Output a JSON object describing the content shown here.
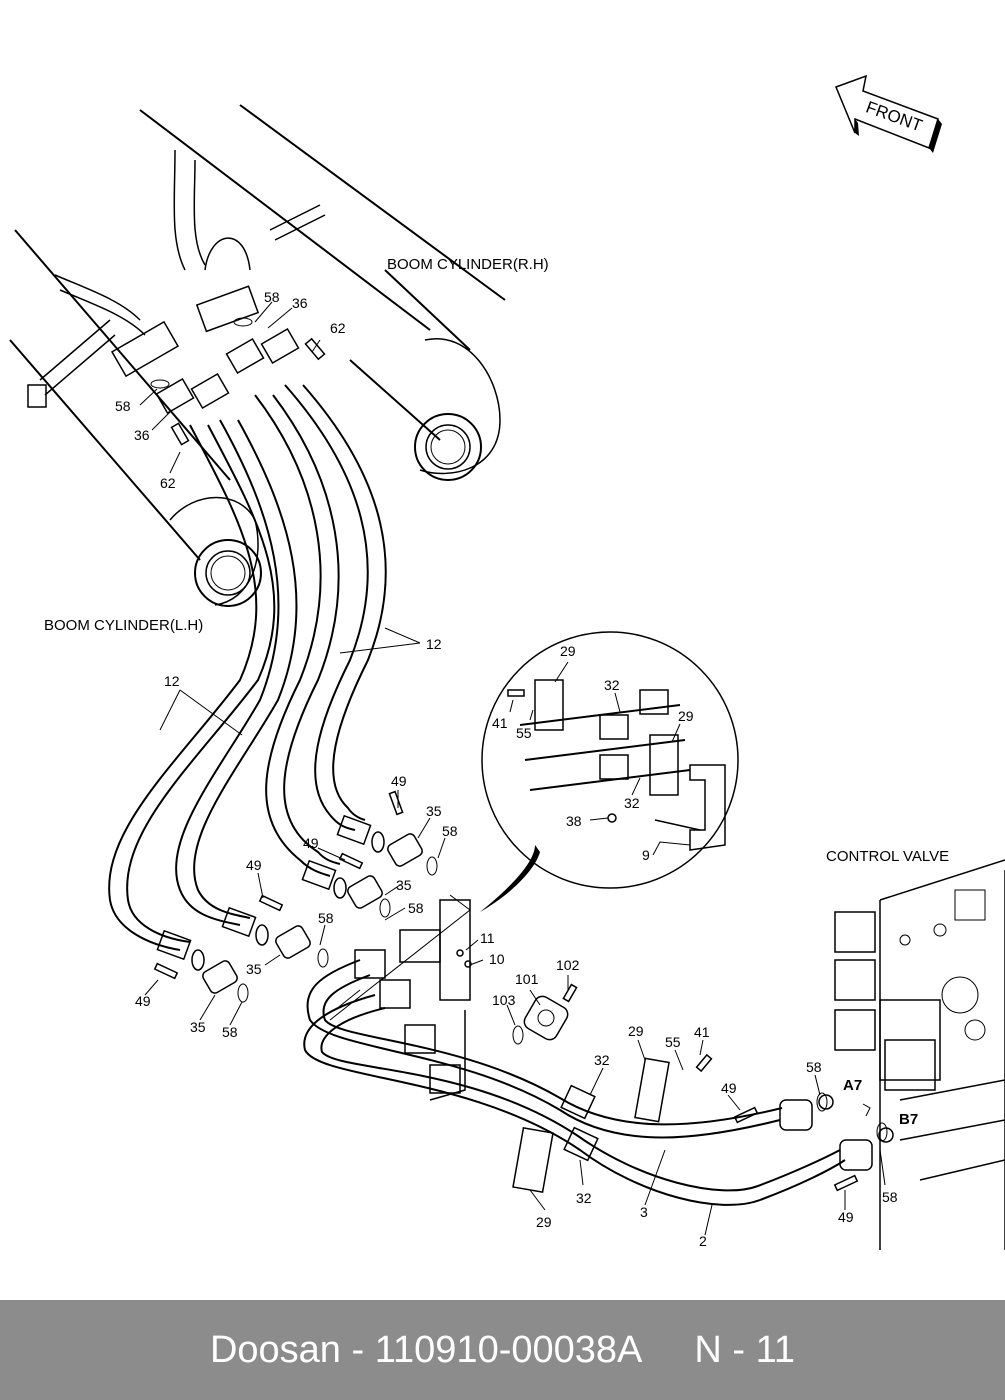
{
  "diagram": {
    "captions": {
      "boom_rh": "BOOM CYLINDER(R.H)",
      "boom_lh": "BOOM CYLINDER(L.H)",
      "control_valve": "CONTROL VALVE",
      "front": "FRONT",
      "port_a7": "A7",
      "port_b7": "B7"
    },
    "part_labels": [
      {
        "id": "p58a",
        "text": "58"
      },
      {
        "id": "p36a",
        "text": "36"
      },
      {
        "id": "p62a",
        "text": "62"
      },
      {
        "id": "p58b",
        "text": "58"
      },
      {
        "id": "p36b",
        "text": "36"
      },
      {
        "id": "p62b",
        "text": "62"
      },
      {
        "id": "p12a",
        "text": "12"
      },
      {
        "id": "p12b",
        "text": "12"
      },
      {
        "id": "p29a",
        "text": "29"
      },
      {
        "id": "p32a",
        "text": "32"
      },
      {
        "id": "p41a",
        "text": "41"
      },
      {
        "id": "p55a",
        "text": "55"
      },
      {
        "id": "p29b",
        "text": "29"
      },
      {
        "id": "p32b",
        "text": "32"
      },
      {
        "id": "p38",
        "text": "38"
      },
      {
        "id": "p9",
        "text": "9"
      },
      {
        "id": "p49a",
        "text": "49"
      },
      {
        "id": "p35a",
        "text": "35"
      },
      {
        "id": "p58c",
        "text": "58"
      },
      {
        "id": "p49b",
        "text": "49"
      },
      {
        "id": "p35b",
        "text": "35"
      },
      {
        "id": "p58d",
        "text": "58"
      },
      {
        "id": "p49c",
        "text": "49"
      },
      {
        "id": "p58e",
        "text": "58"
      },
      {
        "id": "p35c",
        "text": "35"
      },
      {
        "id": "p49d",
        "text": "49"
      },
      {
        "id": "p35d",
        "text": "35"
      },
      {
        "id": "p58f",
        "text": "58"
      },
      {
        "id": "p11",
        "text": "11"
      },
      {
        "id": "p10",
        "text": "10"
      },
      {
        "id": "p102",
        "text": "102"
      },
      {
        "id": "p101",
        "text": "101"
      },
      {
        "id": "p103",
        "text": "103"
      },
      {
        "id": "p29c",
        "text": "29"
      },
      {
        "id": "p55b",
        "text": "55"
      },
      {
        "id": "p41b",
        "text": "41"
      },
      {
        "id": "p32c",
        "text": "32"
      },
      {
        "id": "p49e",
        "text": "49"
      },
      {
        "id": "p58g",
        "text": "58"
      },
      {
        "id": "p58h",
        "text": "58"
      },
      {
        "id": "p32d",
        "text": "32"
      },
      {
        "id": "p29d",
        "text": "29"
      },
      {
        "id": "p3",
        "text": "3"
      },
      {
        "id": "p2",
        "text": "2"
      },
      {
        "id": "p49f",
        "text": "49"
      }
    ]
  },
  "footer": {
    "brand": "Doosan",
    "separator": "-",
    "part_number": "110910-00038A",
    "page_ref": "N - 11"
  }
}
